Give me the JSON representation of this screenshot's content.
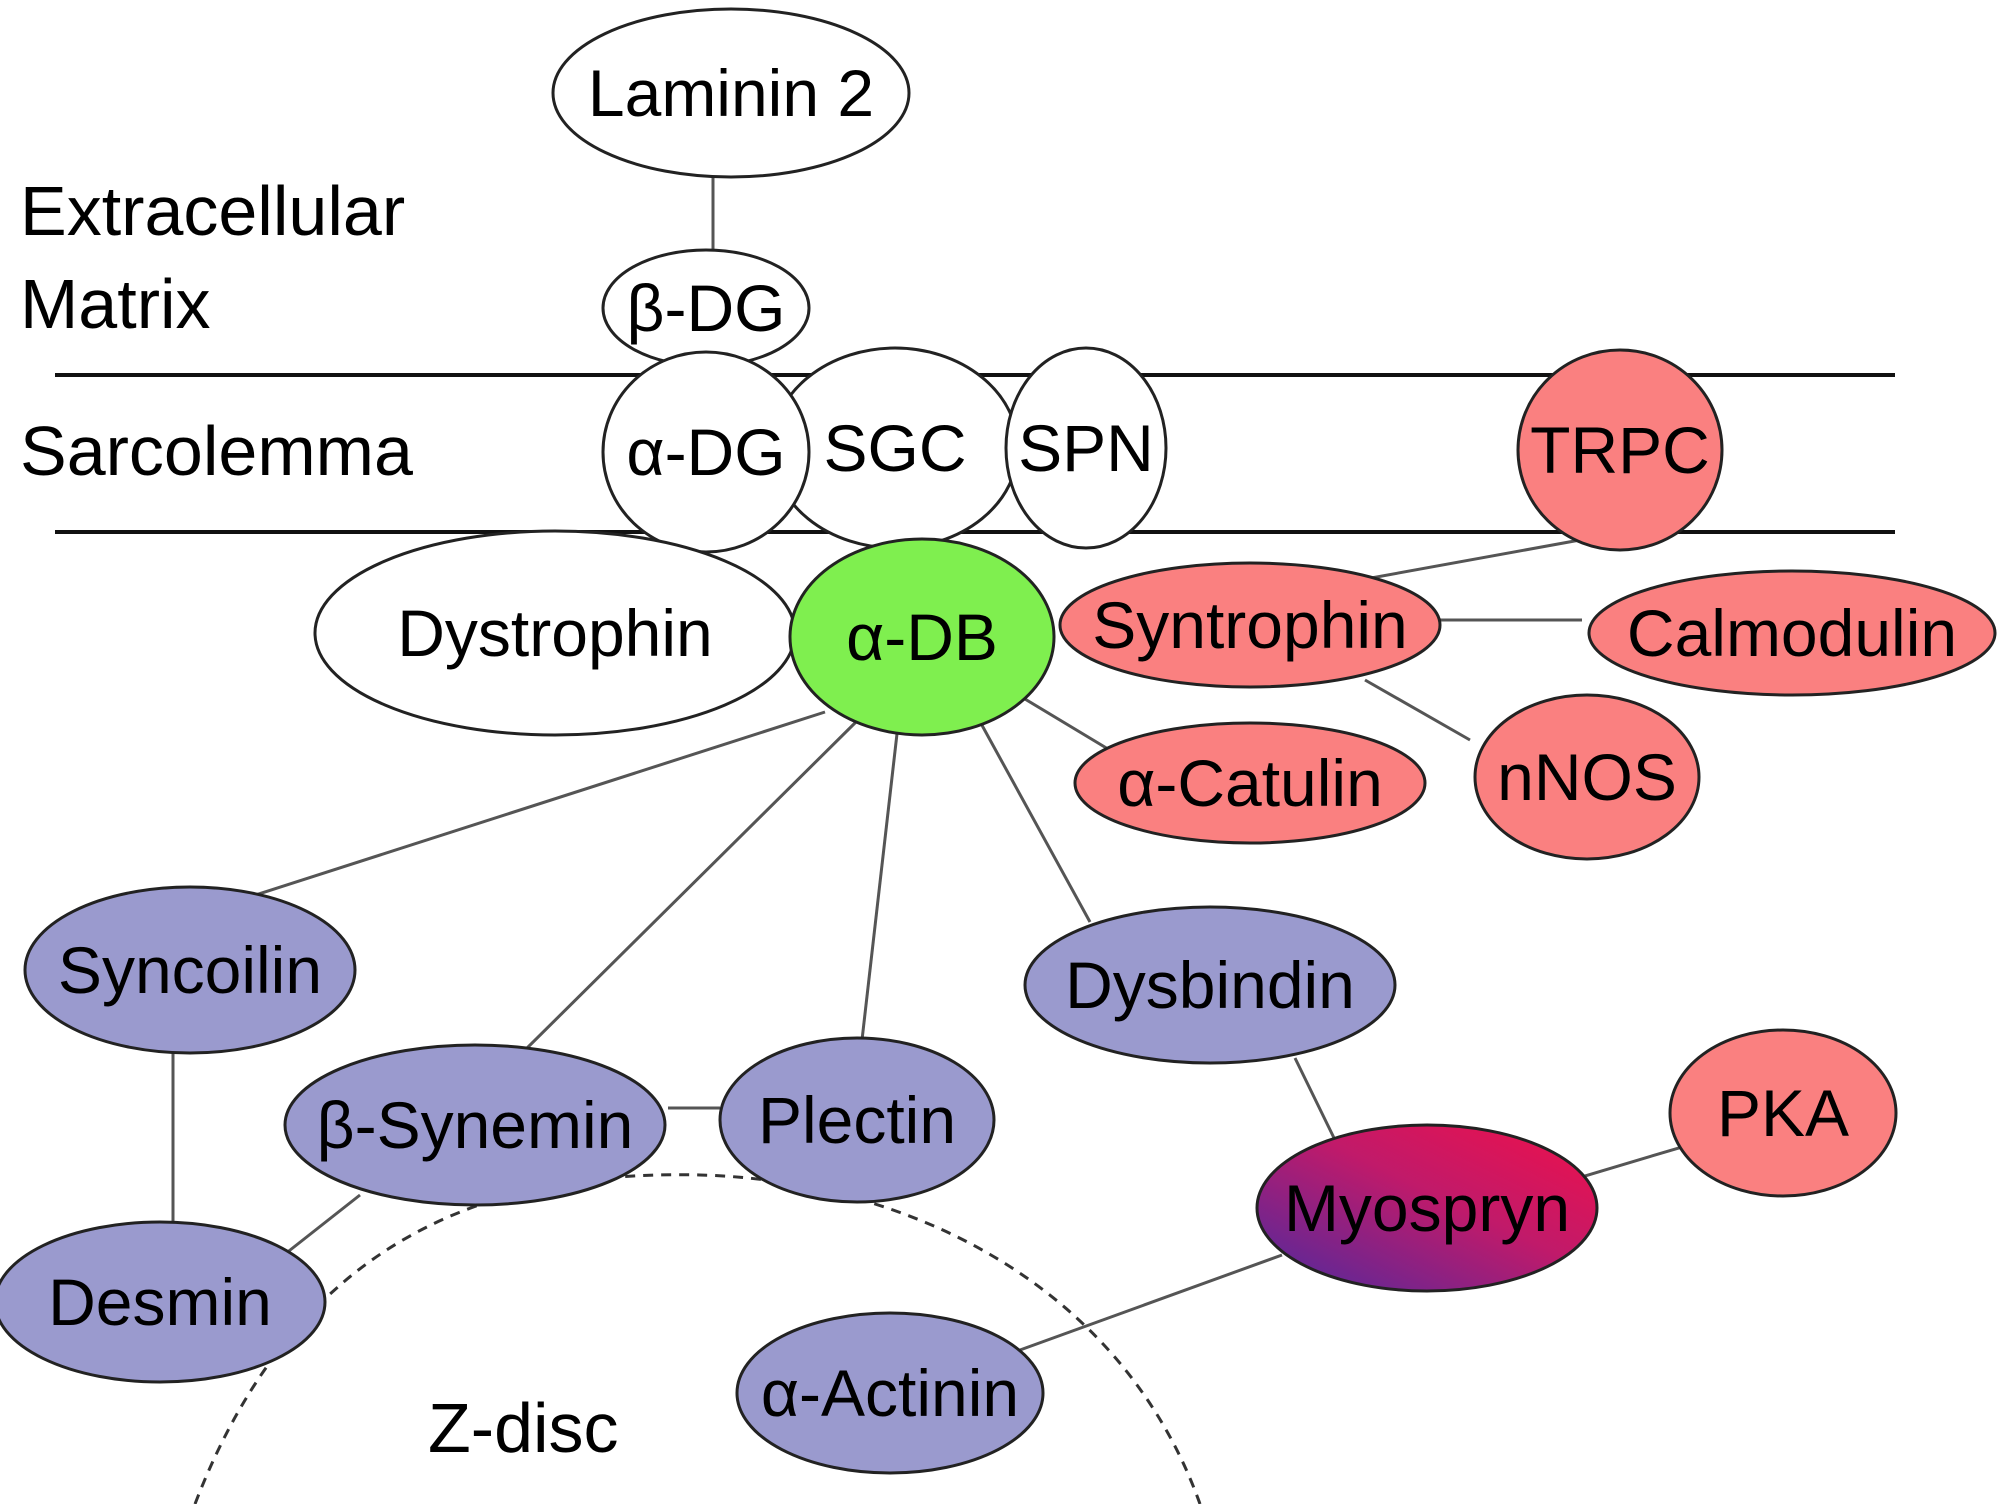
{
  "colors": {
    "white": "#ffffff",
    "green": "#7fef4f",
    "red": "#fa8080",
    "purple": "#9a9ace",
    "gradient_start": "#4b2aa0",
    "gradient_end": "#f0104a"
  },
  "regions": {
    "extracellular_line1": "Extracellular",
    "extracellular_line2": "Matrix",
    "sarcolemma": "Sarcolemma",
    "zdisc": "Z-disc"
  },
  "nodes": {
    "laminin2": "Laminin 2",
    "beta_dg": "β-DG",
    "alpha_dg": "α-DG",
    "sgc": "SGC",
    "spn": "SPN",
    "trpc": "TRPC",
    "dystrophin": "Dystrophin",
    "alpha_db": "α-DB",
    "syntrophin": "Syntrophin",
    "calmodulin": "Calmodulin",
    "alpha_catulin": "α-Catulin",
    "nnos": "nNOS",
    "syncoilin": "Syncoilin",
    "dysbindin": "Dysbindin",
    "beta_synemin": "β-Synemin",
    "plectin": "Plectin",
    "pka": "PKA",
    "myospryn": "Myospryn",
    "desmin": "Desmin",
    "alpha_actinin": "α-Actinin"
  }
}
